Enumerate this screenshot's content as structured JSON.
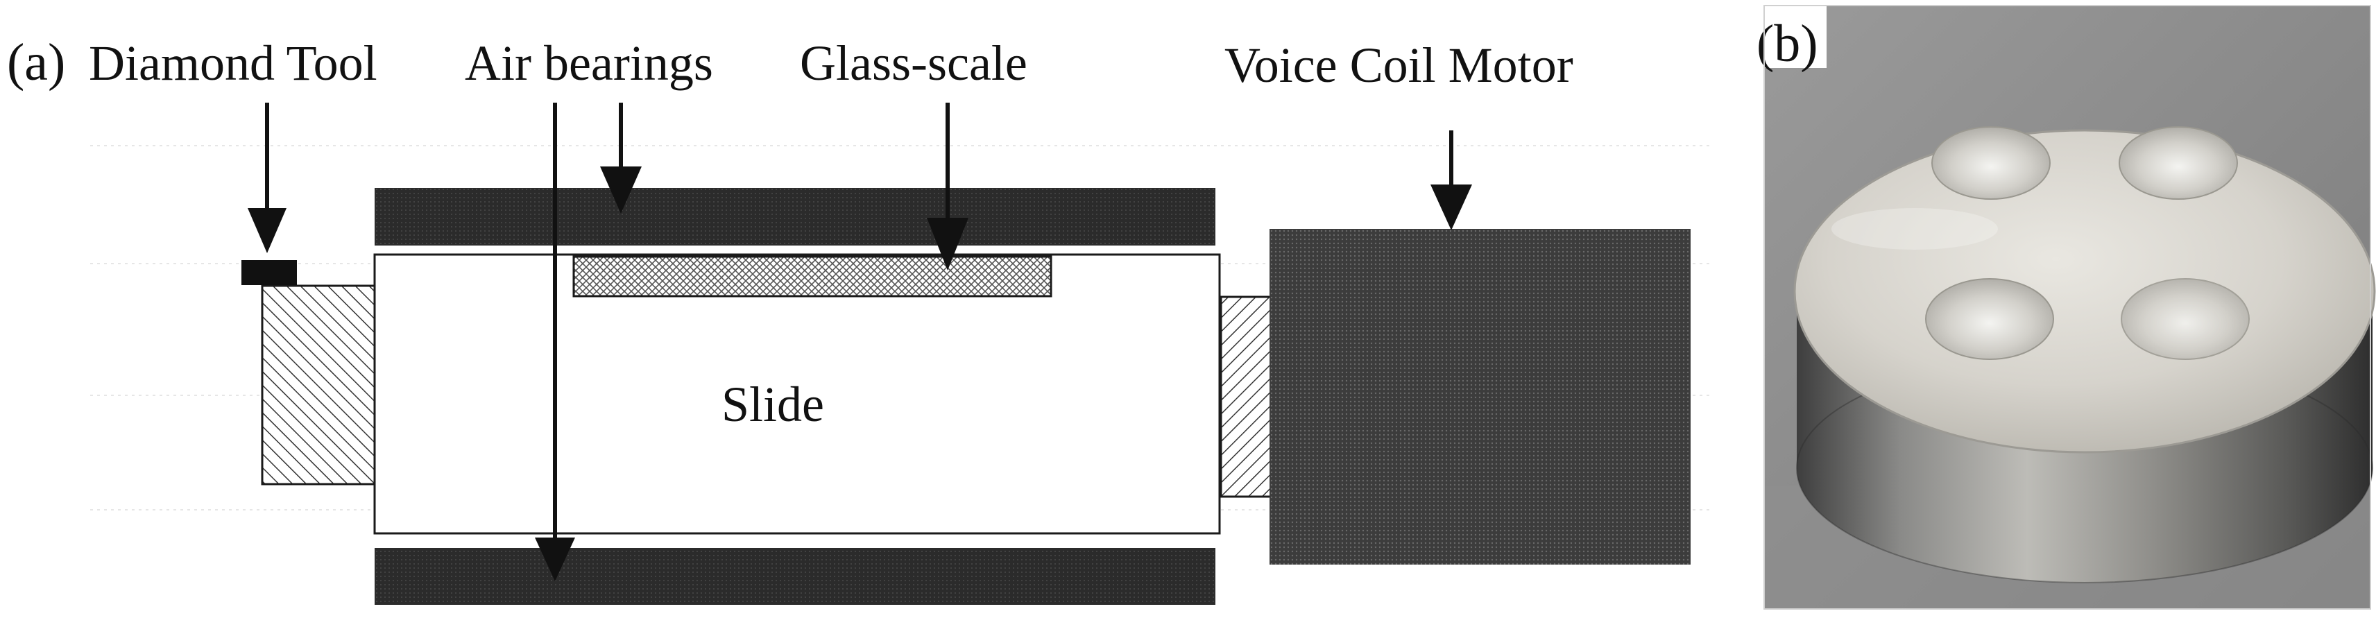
{
  "panel_a": {
    "tag": "(a)",
    "labels": {
      "diamond_tool": "Diamond Tool",
      "air_bearings": "Air bearings",
      "glass_scale": "Glass-scale",
      "voice_coil_motor": "Voice Coil Motor",
      "slide": "Slide"
    }
  },
  "panel_b": {
    "tag": "(b)"
  },
  "colors": {
    "bearing": "#2b2b2b",
    "motor_base": "#3c3c3c",
    "outline": "#1a1a1a",
    "grid_line": "#e6e6e6"
  }
}
